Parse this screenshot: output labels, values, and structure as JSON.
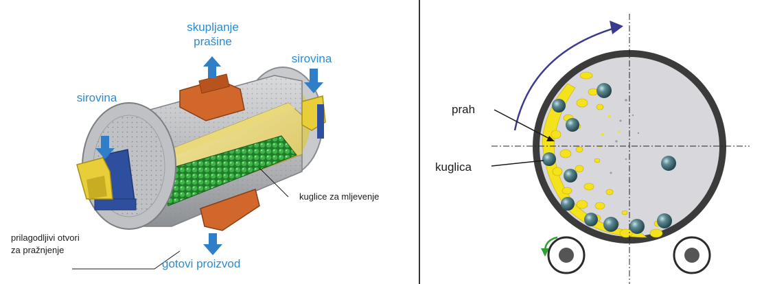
{
  "left": {
    "labels": {
      "dust_line1": "skupljanje",
      "dust_line2": "prašine",
      "feed_right": "sirovina",
      "feed_left": "sirovina",
      "balls": "kuglice za mljevenje",
      "openings_line1": "prilagodljivi otvori",
      "openings_line2": "za pražnjenje",
      "product": "gotovi proizvod"
    }
  },
  "right": {
    "labels": {
      "powder": "prah",
      "ball": "kuglica"
    }
  },
  "colors": {
    "label_blue": "#2a8bd0",
    "arrow_blue": "#2f7fc8",
    "hood_orange": "#d2672c",
    "bed_green": "#2f9e36",
    "powder_yellow": "#f4e21c",
    "ball_teal": "#3e6a74",
    "rotation_arrow": "#3a3a8e",
    "wheel_arrow": "#2f9e36"
  }
}
